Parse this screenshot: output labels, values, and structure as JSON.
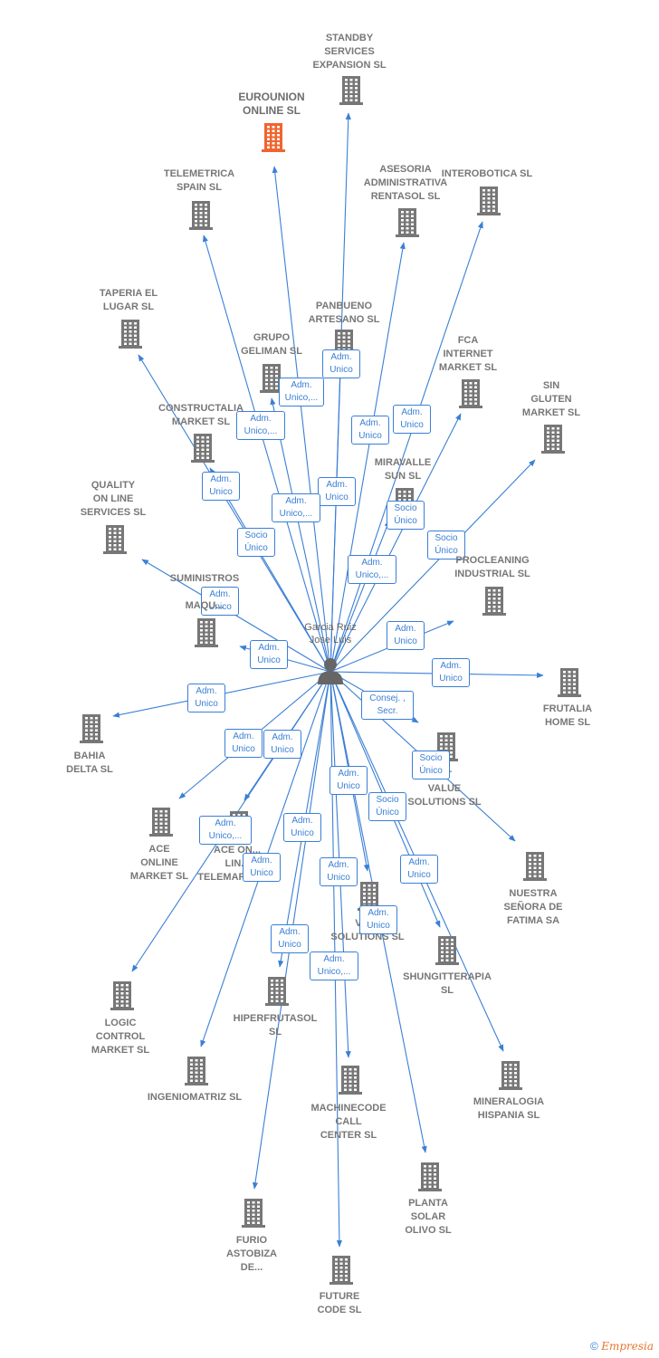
{
  "center": {
    "name": "Garcia Ruiz\nJose Luis"
  },
  "colors": {
    "edge": "#3a7fd5",
    "building": "#777777",
    "highlight": "#f0642f"
  },
  "icons": {
    "company": "building-icon",
    "person": "person-icon"
  },
  "nodes": [
    {
      "id": "standby",
      "label": "STANDBY\nSERVICES\nEXPANSION SL",
      "role": "Adm.\nUnico"
    },
    {
      "id": "eurounion",
      "label": "EUROUNION\nONLINE  SL",
      "highlight": true,
      "role": "Adm.\nUnico,..."
    },
    {
      "id": "telemetrica",
      "label": "TELEMETRICA\nSPAIN  SL",
      "role": "Adm.\nUnico,..."
    },
    {
      "id": "asesoria",
      "label": "ASESORIA\nADMINISTRATIVA\nRENTASOL SL",
      "role": "Adm.\nUnico"
    },
    {
      "id": "interobotica",
      "label": "INTEROBOTICA SL",
      "role": "Adm.\nUnico"
    },
    {
      "id": "taperia",
      "label": "TAPERIA EL\nLUGAR SL",
      "role": "Adm.\nUnico"
    },
    {
      "id": "panbueno",
      "label": "PANBUENO\nARTESANO  SL",
      "role": "Adm.\nUnico"
    },
    {
      "id": "geliman",
      "label": "GRUPO\nGELIMAN  SL",
      "role": "Adm.\nUnico,..."
    },
    {
      "id": "fca",
      "label": "FCA\nINTERNET\nMARKET  SL",
      "role": "Socio\nÚnico"
    },
    {
      "id": "singluten",
      "label": "SIN\nGLUTEN\nMARKET  SL",
      "role": "Socio\nÚnico"
    },
    {
      "id": "constructalia",
      "label": "CONSTRUCTALIA\nMARKET  SL",
      "role": "Socio\nÚnico"
    },
    {
      "id": "miravalle",
      "label": "MIRAVALLE\nSUN  SL",
      "role": "Adm.\nUnico,..."
    },
    {
      "id": "quality",
      "label": "QUALITY\nON LINE\nSERVICES  SL",
      "role": "Adm.\nUnico"
    },
    {
      "id": "procleaning",
      "label": "PROCLEANING\nINDUSTRIAL SL",
      "role": "Adm.\nUnico"
    },
    {
      "id": "suministros",
      "label": "SUMINISTROS\n\nMAQU...",
      "role": "Adm.\nUnico"
    },
    {
      "id": "frutalia",
      "label": "FRUTALIA\nHOME  SL",
      "role": "Adm.\nUnico"
    },
    {
      "id": "bahia",
      "label": "BAHIA\nDELTA SL",
      "role": "Adm.\nUnico"
    },
    {
      "id": "value",
      "label": "...T\nVALUE\nSOLUTIONS SL",
      "role": "Consej. ,\nSecr."
    },
    {
      "id": "aceonline",
      "label": "ACE\nONLINE\nMARKET SL",
      "role": "Adm.\nUnico"
    },
    {
      "id": "aceonlinetele",
      "label": "ACE ON...\nLIN...\nTELEMARK... SL",
      "role": "Adm.\nUnico"
    },
    {
      "id": "nuestra",
      "label": "NUESTRA\nSEÑORA DE\nFATIMA SA",
      "role": "Socio\nÚnico"
    },
    {
      "id": "logic",
      "label": "LOGIC\nCONTROL\nMARKET  SL",
      "role": "Adm.\nUnico,..."
    },
    {
      "id": "via",
      "label": "VIA...\nSOLUTIONS SL",
      "role": "Adm.\nUnico"
    },
    {
      "id": "shungitterapia",
      "label": "SHUNGITTERAPIA\nSL",
      "role": "Socio\nÚnico"
    },
    {
      "id": "hiperfrutasol",
      "label": "HIPERFRUTASOL\nSL",
      "role": "Adm.\nUnico"
    },
    {
      "id": "ingeniomatriz",
      "label": "INGENIOMATRIZ SL",
      "role": "Adm.\nUnico"
    },
    {
      "id": "machinecode",
      "label": "MACHINECODE\nCALL\nCENTER  SL",
      "role": "Adm.\nUnico"
    },
    {
      "id": "mineralogia",
      "label": "MINERALOGIA\nHISPANIA  SL",
      "role": "Adm.\nUnico"
    },
    {
      "id": "furio",
      "label": "FURIO\nASTOBIZA\nDE...",
      "role": "Adm.\nUnico"
    },
    {
      "id": "planta",
      "label": "PLANTA\nSOLAR\nOLIVO SL",
      "role": "Adm.\nUnico"
    },
    {
      "id": "future",
      "label": "FUTURE\nCODE  SL",
      "role": "Adm.\nUnico,..."
    }
  ],
  "copyright": {
    "symbol": "©",
    "brand": "Empresia"
  }
}
